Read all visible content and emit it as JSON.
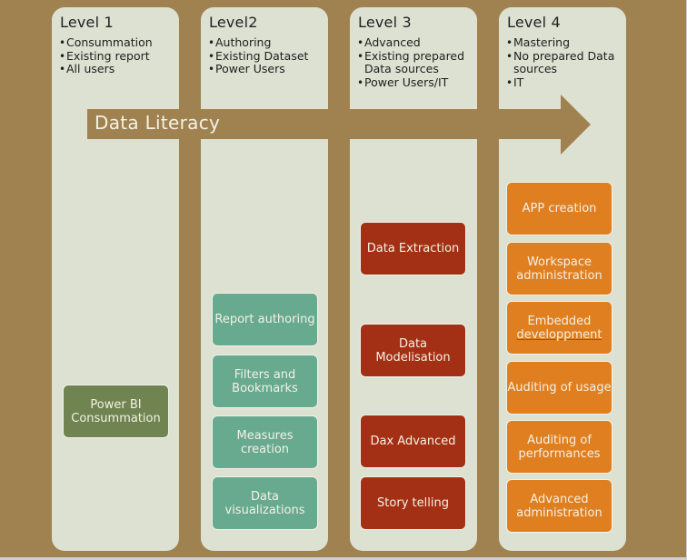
{
  "diagram": {
    "arrow_label": "Data Literacy",
    "colors": {
      "background": "#a08251",
      "column": "#dce1d2",
      "level1_box": "#6f8450",
      "level2_box": "#67aa90",
      "level3_box": "#a33014",
      "level4_box": "#df7f20"
    },
    "levels": [
      {
        "title": "Level 1",
        "bullets": [
          "Consummation",
          "Existing report",
          "All users"
        ],
        "boxes": [
          "Power BI Consummation"
        ]
      },
      {
        "title": "Level2",
        "bullets": [
          "Authoring",
          "Existing Dataset",
          "Power Users"
        ],
        "boxes": [
          "Report authoring",
          "Filters and Bookmarks",
          "Measures creation",
          "Data visualizations"
        ]
      },
      {
        "title": "Level 3",
        "bullets": [
          "Advanced",
          "Existing prepared Data sources",
          "Power Users/IT"
        ],
        "boxes": [
          "Data Extraction",
          "Data Modelisation",
          "Dax Advanced",
          "Story telling"
        ]
      },
      {
        "title": "Level 4",
        "bullets": [
          "Mastering",
          "No prepared Data sources",
          "IT"
        ],
        "boxes": [
          "APP creation",
          "Workspace administration",
          "Embedded",
          "Auditing of usage",
          "Auditing of performances",
          "Advanced administration"
        ],
        "box3_line2": "developpment"
      }
    ]
  }
}
